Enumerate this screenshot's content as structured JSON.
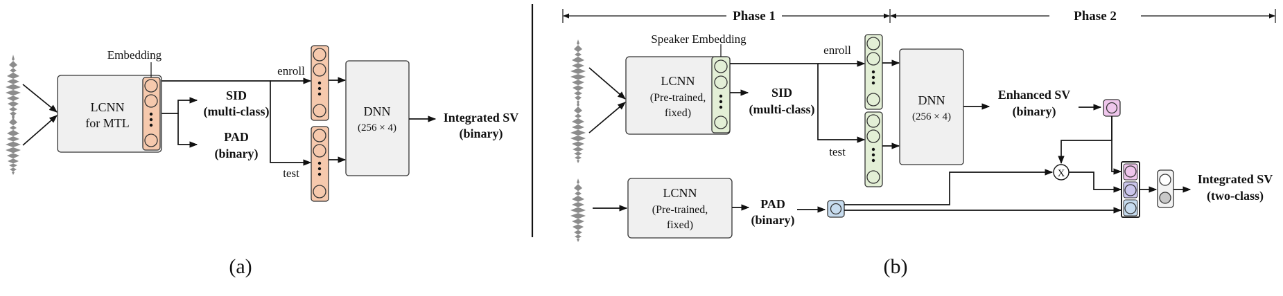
{
  "panel_a": {
    "caption": "(a)",
    "embedding_label": "Embedding",
    "lcnn_line1": "LCNN",
    "lcnn_line2": "for MTL",
    "sid_line1": "SID",
    "sid_line2": "(multi-class)",
    "pad_line1": "PAD",
    "pad_line2": "(binary)",
    "enroll_label": "enroll",
    "test_label": "test",
    "dnn_line1": "DNN",
    "dnn_line2": "(256 × 4)",
    "output_line1": "Integrated SV",
    "output_line2": "(binary)"
  },
  "panel_b": {
    "caption": "(b)",
    "phase1": "Phase 1",
    "phase2": "Phase 2",
    "speaker_embedding_label": "Speaker Embedding",
    "lcnn_top_line1": "LCNN",
    "lcnn_top_line2": "(Pre-trained,",
    "lcnn_top_line3": "fixed)",
    "sid_line1": "SID",
    "sid_line2": "(multi-class)",
    "enroll_label": "enroll",
    "test_label": "test",
    "dnn_line1": "DNN",
    "dnn_line2": "(256 × 4)",
    "enhanced_line1": "Enhanced SV",
    "enhanced_line2": "(binary)",
    "lcnn_bottom_line1": "LCNN",
    "lcnn_bottom_line2": "(Pre-trained,",
    "lcnn_bottom_line3": "fixed)",
    "pad_line1": "PAD",
    "pad_line2": "(binary)",
    "multiply_symbol": "X",
    "output_line1": "Integrated SV",
    "output_line2": "(two-class)"
  },
  "colors": {
    "embedding_orange": "#f6c9ad",
    "embedding_green": "#e3efd6",
    "sv_pink": "#efc6ec",
    "pad_blue": "#c7dcef",
    "concat_purple": "#cbc6ec",
    "output_gray": "#c8c8c8"
  }
}
